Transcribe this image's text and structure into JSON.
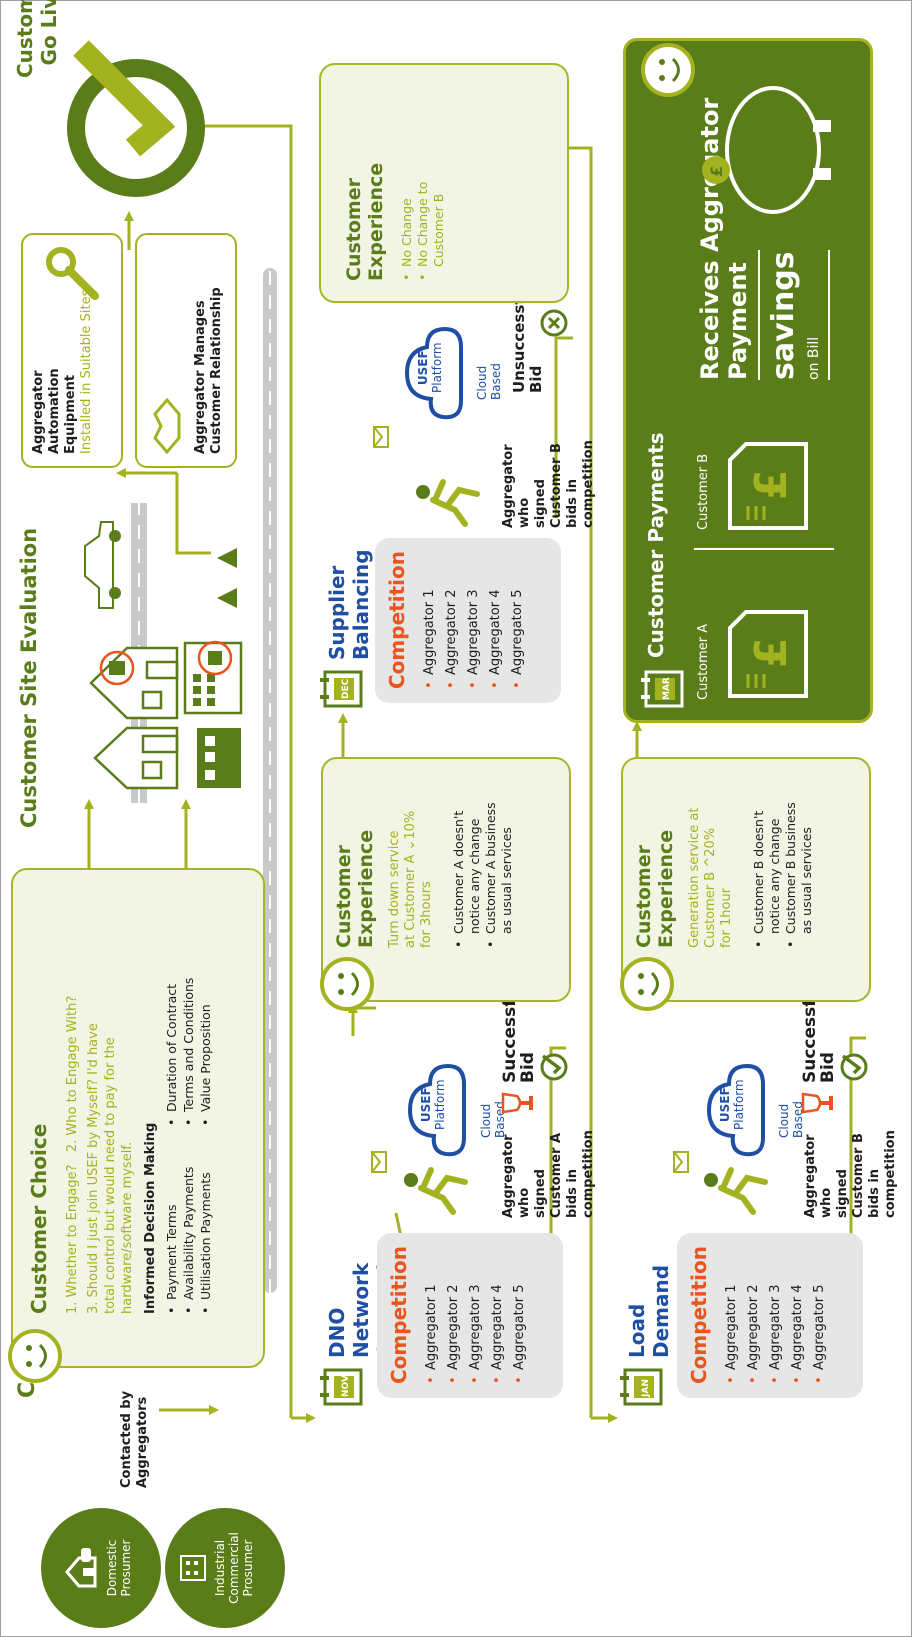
{
  "customers": {
    "title": "Customers",
    "domestic": [
      "Domestic",
      "Prosumer"
    ],
    "industrial": [
      "Industrial",
      "Commercial",
      "Prosumer"
    ],
    "contacted": [
      "Contacted by",
      "Aggregators"
    ]
  },
  "customer_choice": {
    "title": "Customer Choice",
    "q1": "1. Whether to Engage?",
    "q2": "2. Who to Engage With?",
    "q3": [
      "3. Should I just join USEF by Myself? I'd have",
      "total control but would need to pay for the",
      "hardware/software myself."
    ],
    "informed_title": "Informed Decision Making",
    "col1": [
      "Payment Terms",
      "Availability Payments",
      "Utilisation Payments"
    ],
    "col2": [
      "Duration of Contract",
      "Terms and Conditions",
      "Value Proposition"
    ]
  },
  "site_eval": {
    "title": "Customer Site Evaluation"
  },
  "automation": {
    "line1": "Aggregator",
    "line2": "Automation",
    "line3": "Equipment",
    "line4": "Installed in Suitable Sites"
  },
  "relationship": {
    "line1": "Aggregator Manages",
    "line2": "Customer Relationship"
  },
  "go_live": {
    "line1": "Customer",
    "line2": "Go Live"
  },
  "dno_event": {
    "month": "NOV",
    "title": "DNO Network Constraint Event",
    "competition_title": "Competition",
    "competition": [
      "Aggregator 1",
      "Aggregator 2",
      "Aggregator 3",
      "Aggregator 4",
      "Aggregator 5"
    ],
    "signed": [
      "Aggregator who",
      "signed Customer A",
      "bids in competition"
    ],
    "usef": [
      "USEF",
      "Platform"
    ],
    "cloud": "Cloud Based",
    "bid": [
      "Successful",
      "Bid"
    ],
    "exp_title": [
      "Customer",
      "Experience"
    ],
    "exp_service": [
      "Turn down service",
      "at Customer A ⌄10%",
      "for 3hours"
    ],
    "exp_bullets": [
      [
        "Customer A doesn't",
        "notice any change"
      ],
      [
        "Customer A business",
        "as usual services"
      ]
    ]
  },
  "supplier_event": {
    "month": "DEC",
    "title": "Supplier Balancing Event",
    "competition_title": "Competition",
    "competition": [
      "Aggregator 1",
      "Aggregator 2",
      "Aggregator 3",
      "Aggregator 4",
      "Aggregator 5"
    ],
    "signed": [
      "Aggregator who",
      "signed Customer B",
      "bids in competition"
    ],
    "usef": [
      "USEF",
      "Platform"
    ],
    "cloud": "Cloud Based",
    "bid": [
      "Unsuccessful",
      "Bid"
    ],
    "exp_title": [
      "Customer",
      "Experience"
    ],
    "exp_bullets": [
      [
        "No Change"
      ],
      [
        "No Change to",
        "Customer B"
      ]
    ]
  },
  "load_event": {
    "month": "JAN",
    "title": "Load Demand Increase Event",
    "competition_title": "Competition",
    "competition": [
      "Aggregator 1",
      "Aggregator 2",
      "Aggregator 3",
      "Aggregator 4",
      "Aggregator 5"
    ],
    "signed": [
      "Aggregator who",
      "signed Customer B",
      "bids in competition"
    ],
    "usef": [
      "USEF",
      "Platform"
    ],
    "cloud": "Cloud Based",
    "bid": [
      "Successful",
      "Bid"
    ],
    "exp_title": [
      "Customer",
      "Experience"
    ],
    "exp_service": [
      "Generation service at",
      "Customer B ^20%",
      "for 1hour"
    ],
    "exp_bullets": [
      [
        "Customer B doesn't",
        "notice any change"
      ],
      [
        "Customer B business",
        "as usual services"
      ]
    ]
  },
  "payments": {
    "month": "MAR",
    "title": "Customer Payments",
    "customer_a": "Customer A",
    "customer_b": "Customer B",
    "receives": [
      "Receives Aggregator",
      "Payment"
    ],
    "savings": "savings",
    "on_bill": "on Bill"
  },
  "colors": {
    "green": "#5a7d1a",
    "lime": "#a3b31f",
    "orange": "#e8551e",
    "blue": "#1f4fa5"
  }
}
